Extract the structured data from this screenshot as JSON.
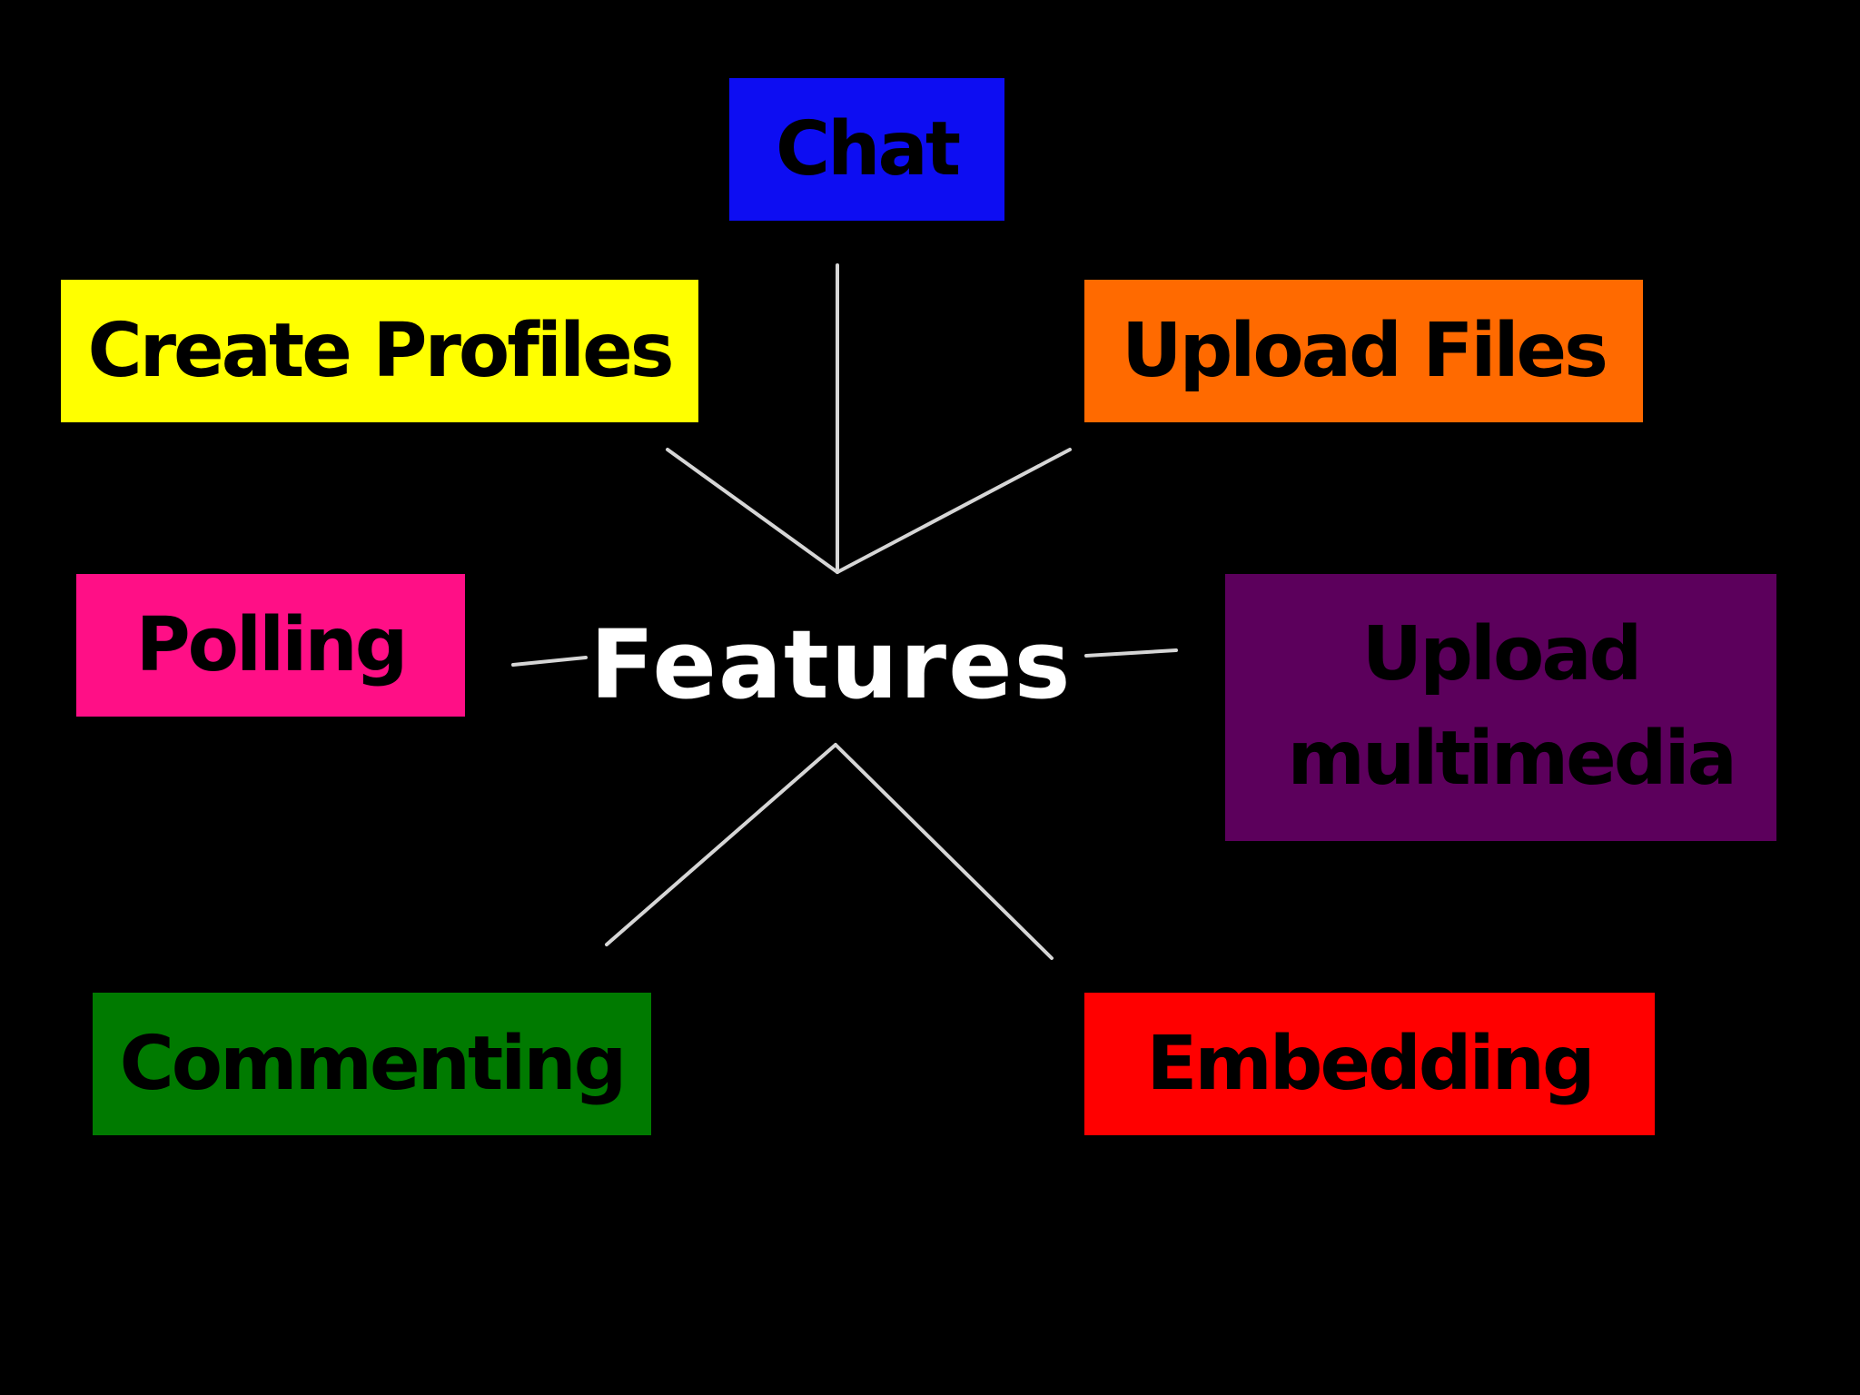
{
  "center": {
    "label": "Features"
  },
  "nodes": [
    {
      "id": "chat",
      "label": "Chat",
      "color": "#0d0df2"
    },
    {
      "id": "create-profiles",
      "label": "Create Profiles",
      "color": "#ffff00"
    },
    {
      "id": "upload-files",
      "label": "Upload Files",
      "color": "#ff6a00"
    },
    {
      "id": "polling",
      "label": "Polling",
      "color": "#ff0f86"
    },
    {
      "id": "upload-multimedia",
      "label": "Upload multimedia",
      "color": "#5c005c"
    },
    {
      "id": "commenting",
      "label": "Commenting",
      "color": "#007a00"
    },
    {
      "id": "embedding",
      "label": "Embedding",
      "color": "#ff0000"
    }
  ],
  "colors": {
    "background": "#000000",
    "connector": "#d6d6d6",
    "center_text": "#ffffff",
    "node_text": "#000000"
  }
}
